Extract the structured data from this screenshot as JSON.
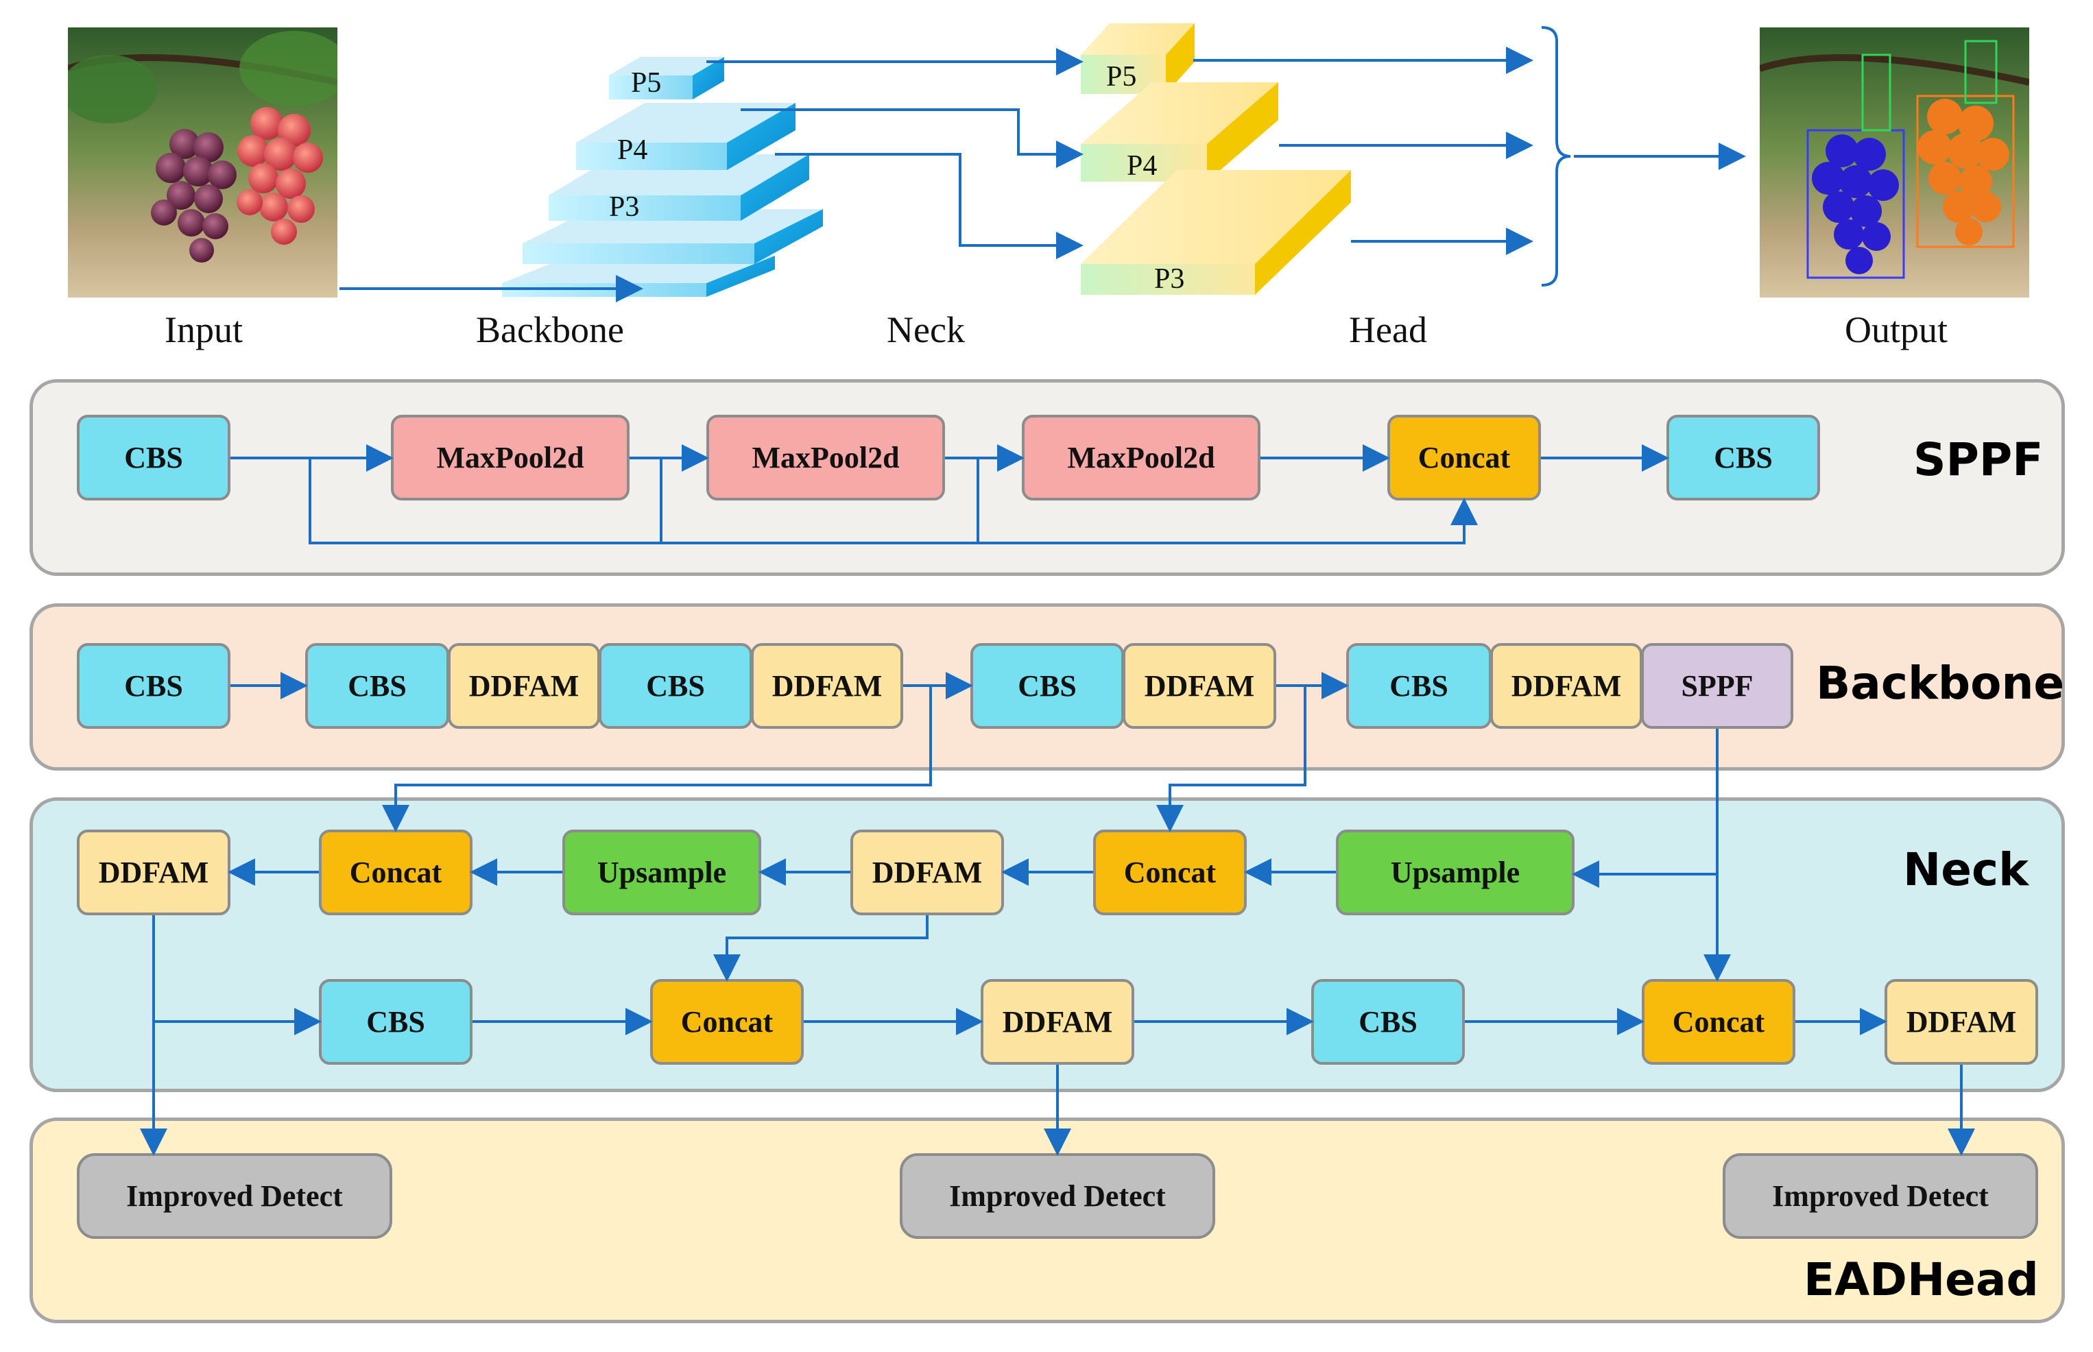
{
  "pipeline": {
    "stages": {
      "input": "Input",
      "backbone": "Backbone",
      "neck": "Neck",
      "head": "Head",
      "output": "Output"
    },
    "backbone_levels": [
      "P5",
      "P4",
      "P3"
    ],
    "neck_levels": [
      "P5",
      "P4",
      "P3"
    ]
  },
  "sppf": {
    "title": "SPPF",
    "blocks": [
      "CBS",
      "MaxPool2d",
      "MaxPool2d",
      "MaxPool2d",
      "Concat",
      "CBS"
    ]
  },
  "backbone": {
    "title": "Backbone",
    "blocks": [
      "CBS",
      "CBS",
      "DDFAM",
      "CBS",
      "DDFAM",
      "CBS",
      "DDFAM",
      "CBS",
      "DDFAM",
      "SPPF"
    ]
  },
  "neck": {
    "title": "Neck",
    "top_row": [
      "DDFAM",
      "Concat",
      "Upsample",
      "DDFAM",
      "Concat",
      "Upsample"
    ],
    "bottom_row": [
      "CBS",
      "Concat",
      "DDFAM",
      "CBS",
      "Concat",
      "DDFAM"
    ]
  },
  "head": {
    "title": "EADHead",
    "blocks": [
      "Improved Detect",
      "Improved Detect",
      "Improved Detect"
    ]
  },
  "colors": {
    "arrow": "#1a6fc4",
    "cbs": "#77e0f0",
    "maxpool": "#f6a9a6",
    "concat": "#f8bb0c",
    "ddfam": "#fde3a0",
    "sppf_block": "#d6c6e0",
    "upsample": "#6ccf48",
    "detect": "#bfbfbf"
  },
  "icons": {
    "input_photo": "grape-cluster-photo",
    "output_photo": "grape-detection-photo"
  }
}
